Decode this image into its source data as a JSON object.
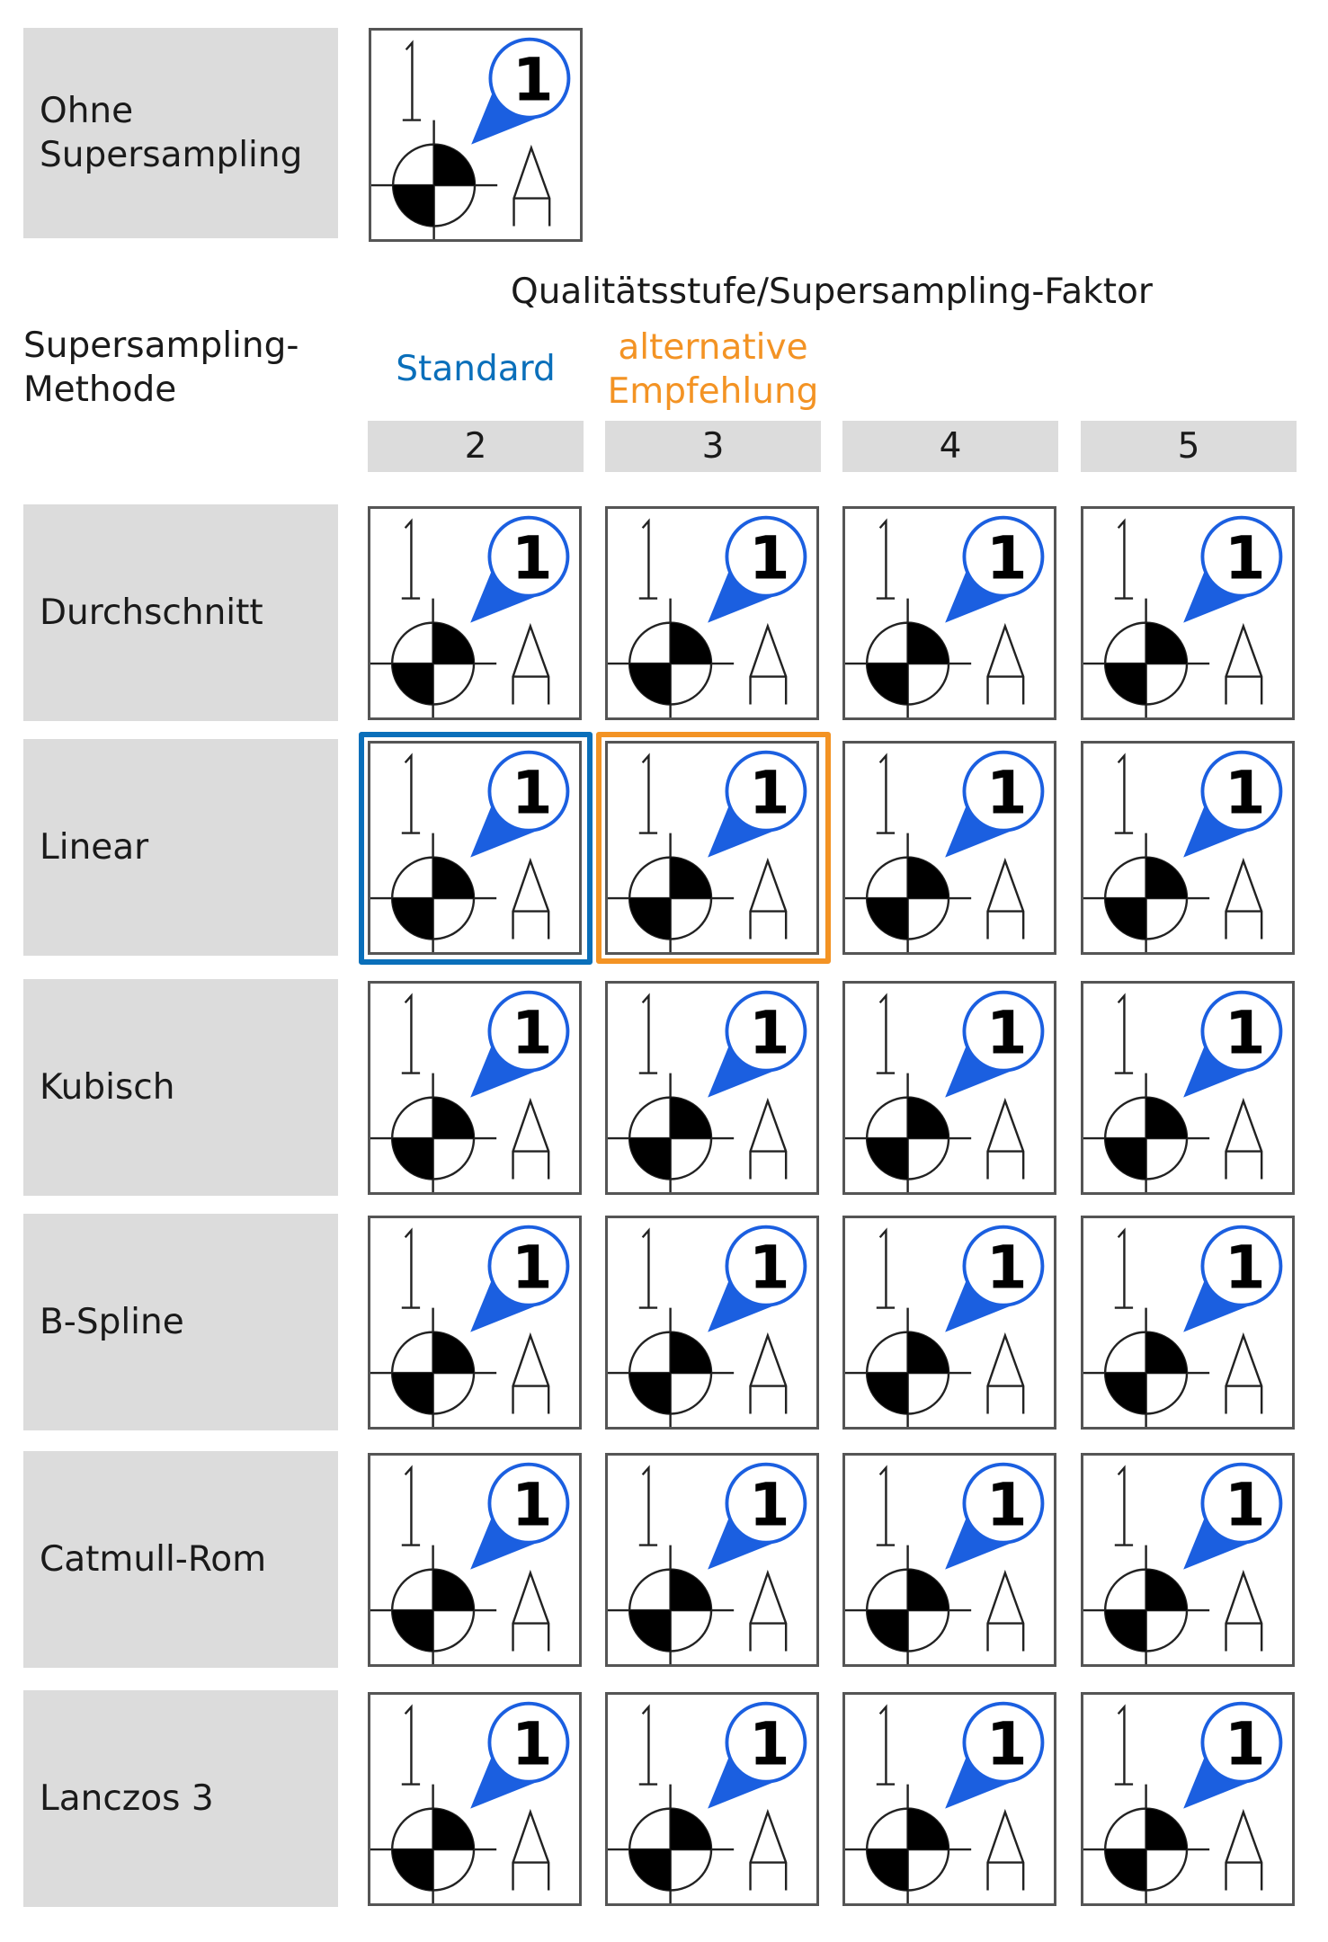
{
  "no_supersampling": {
    "label": "Ohne Supersampling"
  },
  "axis_title": "Qualitätsstufe/Supersampling-Faktor",
  "method_title": "Supersampling-Methode",
  "markers": {
    "standard": {
      "label": "Standard",
      "color": "#0a6fba"
    },
    "alternative": {
      "label": "alternative Empfehlung",
      "color": "#f39324"
    }
  },
  "factors": [
    "2",
    "3",
    "4",
    "5"
  ],
  "methods": [
    "Durchschnitt",
    "Linear",
    "Kubisch",
    "B-Spline",
    "Catmull-Rom",
    "Lanczos 3"
  ],
  "icon_number": "1",
  "icon_letter": "A",
  "colors": {
    "pin": "#1b5fe0",
    "label_bg": "#dcdcdc"
  }
}
